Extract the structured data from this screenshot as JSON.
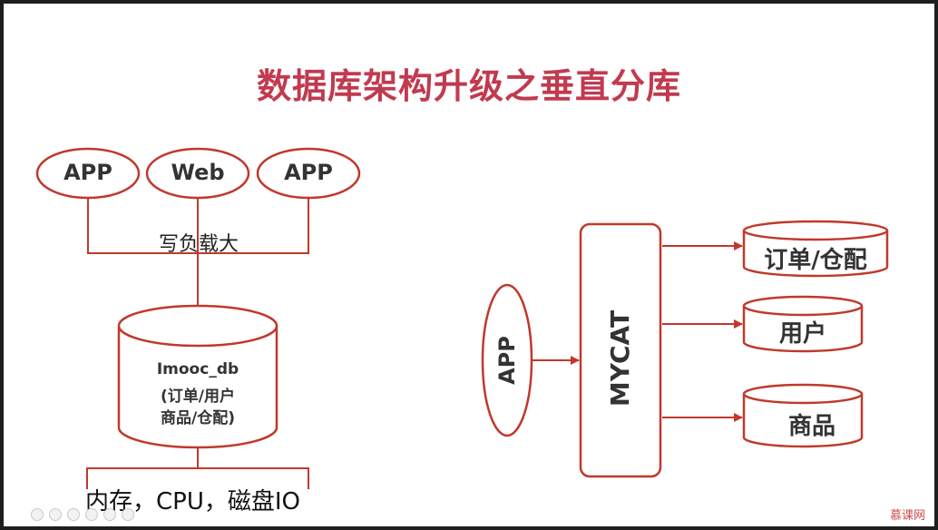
{
  "title": "数据库架构升级之垂直分库",
  "left": {
    "clients": [
      "APP",
      "Web",
      "APP"
    ],
    "edge_label": "写负载大",
    "db": {
      "line1": "Imooc_db",
      "line2": "(订单/用户",
      "line3": "商品/仓配)"
    },
    "bottleneck": "内存，CPU，磁盘IO"
  },
  "right": {
    "app": "APP",
    "middleware": "MYCAT",
    "shards": [
      "订单/仓配",
      "用户",
      "商品"
    ]
  },
  "colors": {
    "accent": "#c23a4f",
    "line": "#c0392b",
    "text": "#333333"
  },
  "watermark": "慕课网"
}
